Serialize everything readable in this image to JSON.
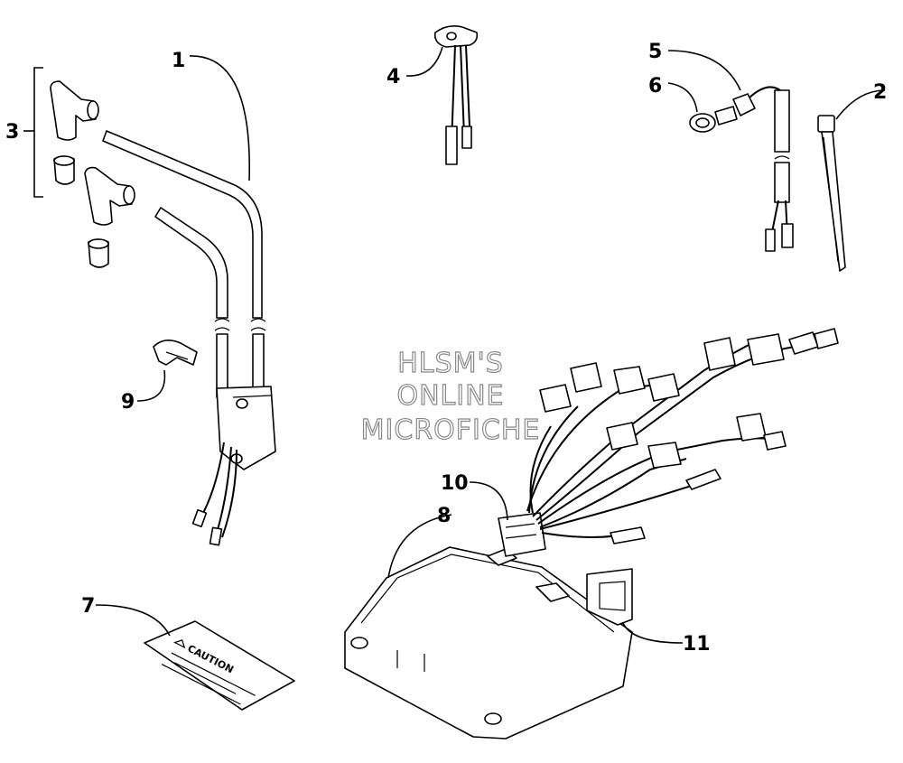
{
  "watermark": {
    "line1": "HLSM'S",
    "line2": "ONLINE",
    "line3": "MICROFICHE"
  },
  "callouts": {
    "c1": "1",
    "c2": "2",
    "c3": "3",
    "c4": "4",
    "c5": "5",
    "c6": "6",
    "c7": "7",
    "c8": "8",
    "c9": "9",
    "c10": "10",
    "c11": "11"
  },
  "decal": {
    "heading": "CAUTION"
  }
}
